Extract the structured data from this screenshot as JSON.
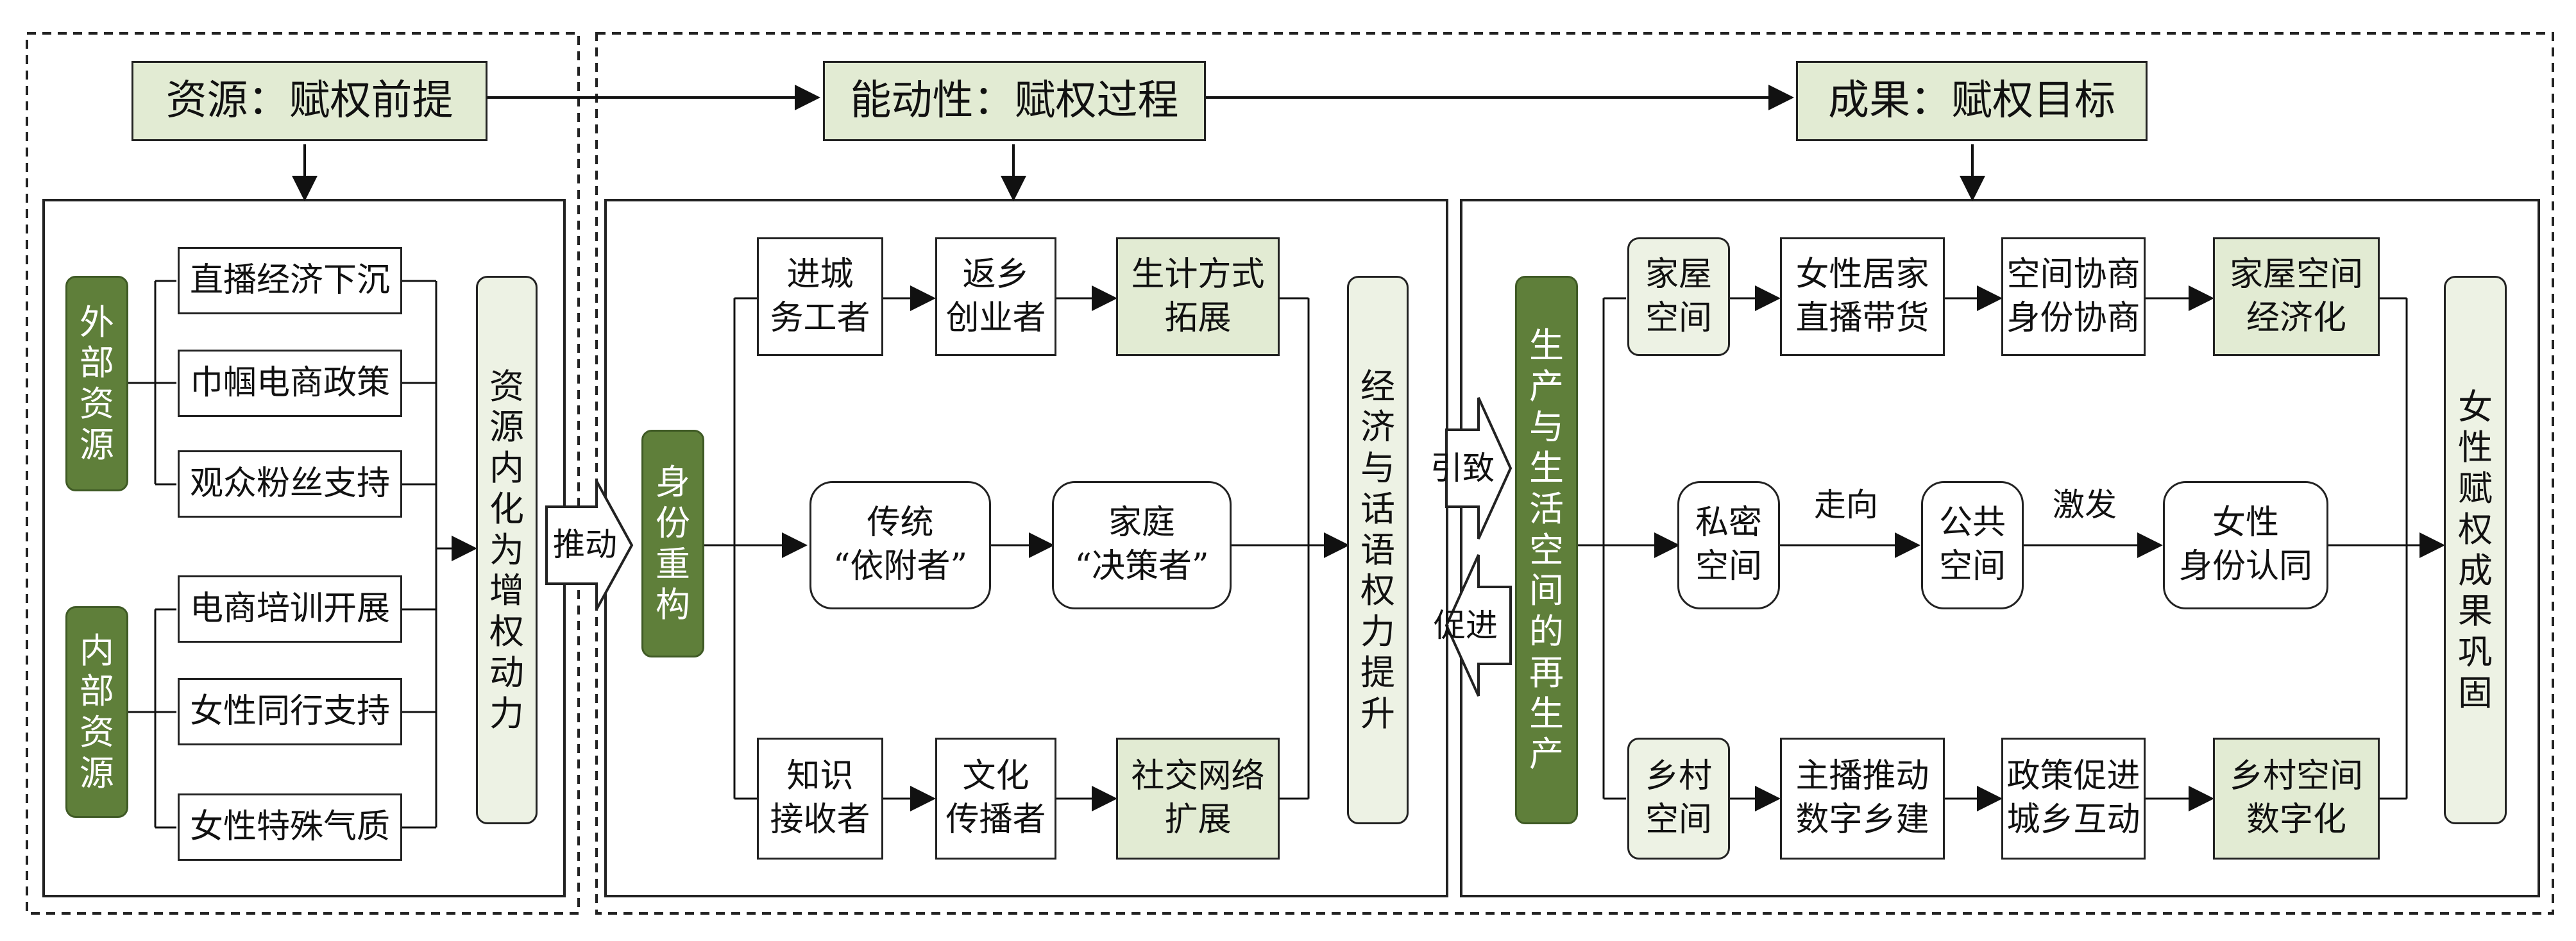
{
  "headers": {
    "resources": "资源：赋权前提",
    "agency": "能动性：赋权过程",
    "outcome": "成果：赋权目标"
  },
  "resources": {
    "external_label": "外部资源",
    "external_items": [
      "直播经济下沉",
      "巾帼电商政策",
      "观众粉丝支持"
    ],
    "internal_label": "内部资源",
    "internal_items": [
      "电商培训开展",
      "女性同行支持",
      "女性特殊气质"
    ],
    "internalization": "资源内化为增权动力",
    "push": "推动"
  },
  "agency": {
    "identity": "身份重构",
    "top": [
      "进城\n务工者",
      "返乡\n创业者",
      "生计方式\n拓展"
    ],
    "middle": [
      "传统\n“依附者”",
      "家庭\n“决策者”"
    ],
    "bottom": [
      "知识\n接收者",
      "文化\n传播者",
      "社交网络\n扩展"
    ],
    "result": "经济与话语权力提升",
    "lead": "引致",
    "promote": "促进"
  },
  "outcome": {
    "reproduction": "生产与生活空间的再生产",
    "top": [
      "家屋\n空间",
      "女性居家\n直播带货",
      "空间协商\n身份协商",
      "家屋空间\n经济化"
    ],
    "middle": [
      "私密\n空间",
      "公共\n空间",
      "女性\n身份认同"
    ],
    "mid_labels": [
      "走向",
      "激发"
    ],
    "bottom": [
      "乡村\n空间",
      "主播推动\n数字乡建",
      "政策促进\n城乡互动",
      "乡村空间\n数字化"
    ],
    "final": "女性赋权成果巩固"
  }
}
